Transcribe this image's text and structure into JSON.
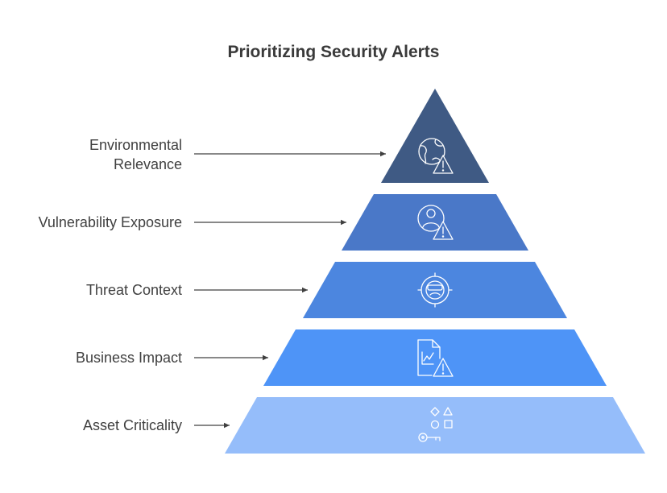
{
  "title": "Prioritizing Security Alerts",
  "levels": [
    {
      "label_line1": "Environmental",
      "label_line2": "Relevance",
      "color": "#3f5a84",
      "icon": "globe-warning-icon"
    },
    {
      "label": "Vulnerability Exposure",
      "color": "#4a78c8",
      "icon": "user-warning-icon"
    },
    {
      "label": "Threat Context",
      "color": "#4c86df",
      "icon": "hacker-target-icon"
    },
    {
      "label": "Business Impact",
      "color": "#4e94f7",
      "icon": "chart-document-warning-icon"
    },
    {
      "label": "Asset Criticality",
      "color": "#95bdfa",
      "icon": "shapes-key-icon"
    }
  ],
  "colors": {
    "title": "#3a3a3a",
    "label": "#404040",
    "arrow": "#404040",
    "icon_stroke": "#ffffff"
  }
}
